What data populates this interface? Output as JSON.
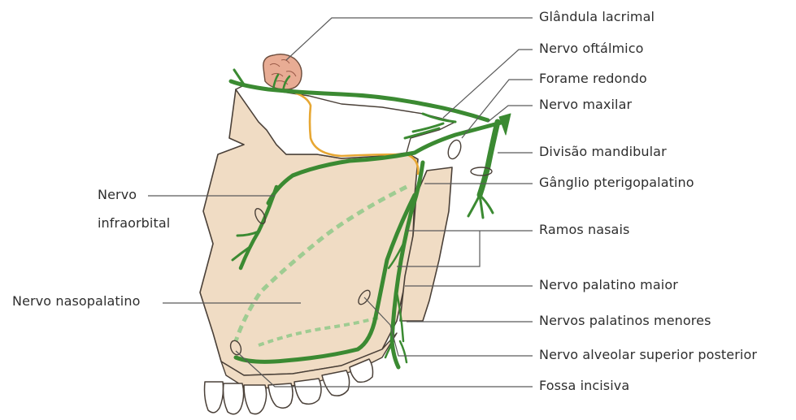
{
  "colors": {
    "bone": "#f0dcc4",
    "bone_outline": "#4a4038",
    "nerve": "#3b8a32",
    "nerve_dark": "#2f6f28",
    "nerve_dashed": "#9fcc92",
    "orange_nerve": "#e7a733",
    "gland": "#e8ac94",
    "leader_line": "#5a5a5a",
    "text": "#2e2e2e"
  },
  "labels": {
    "glandula_lacrimal": "Glândula lacrimal",
    "nervo_oftalmico": "Nervo oftálmico",
    "forame_redondo": "Forame redondo",
    "nervo_maxilar": "Nervo maxilar",
    "divisao_mandibular": "Divisão mandibular",
    "ganglio_pterigopalatino": "Gânglio pterigopalatino",
    "ramos_nasais": "Ramos nasais",
    "nervo_palatino_maior": "Nervo palatino maior",
    "nervos_palatinos_menores": "Nervos palatinos menores",
    "nervo_alveolar_superior_posterior": "Nervo alveolar superior posterior",
    "fossa_incisiva": "Fossa incisiva",
    "nervo_infraorbital_line1": "Nervo",
    "nervo_infraorbital_line2": "infraorbital",
    "nervo_nasopalatino": "Nervo nasopalatino"
  }
}
